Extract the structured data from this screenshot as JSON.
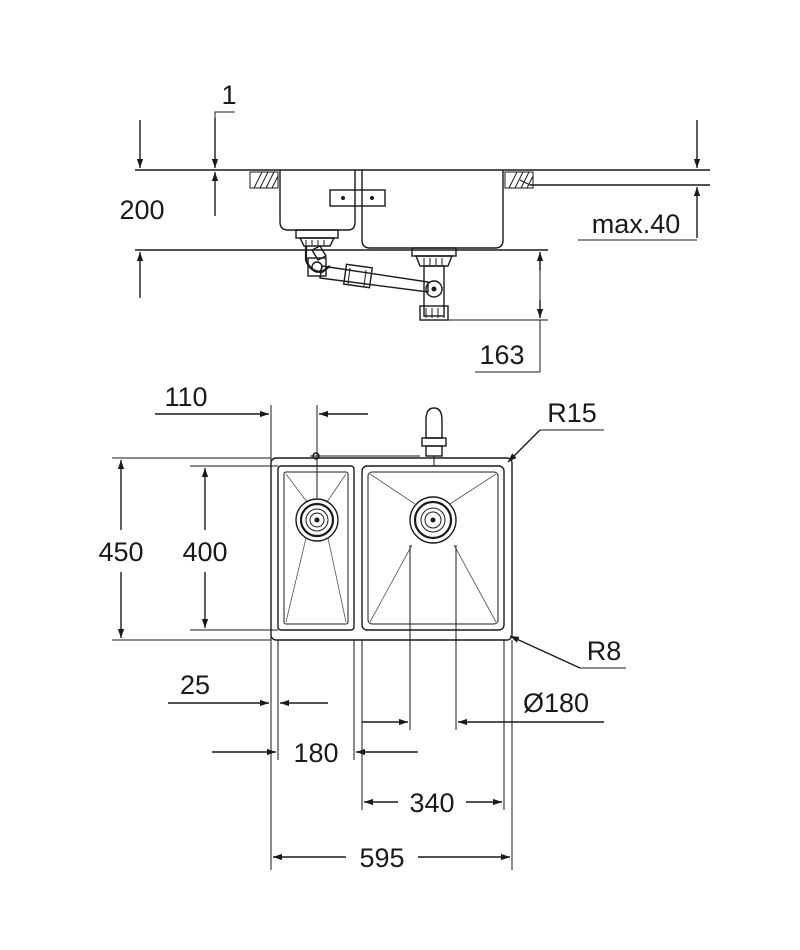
{
  "drawing": {
    "section_view": {
      "labels": {
        "thickness": "1",
        "depth": "200",
        "worktop": "max.40",
        "drain_height": "163"
      }
    },
    "plan_view": {
      "labels": {
        "waste_offset": "110",
        "outer_radius": "R15",
        "overall_depth": "450",
        "bowl_depth": "400",
        "inner_radius": "R8",
        "rim_width": "25",
        "waste_diameter": "Ø180",
        "small_bowl_width": "180",
        "large_bowl_width": "340",
        "overall_width": "595"
      }
    }
  }
}
